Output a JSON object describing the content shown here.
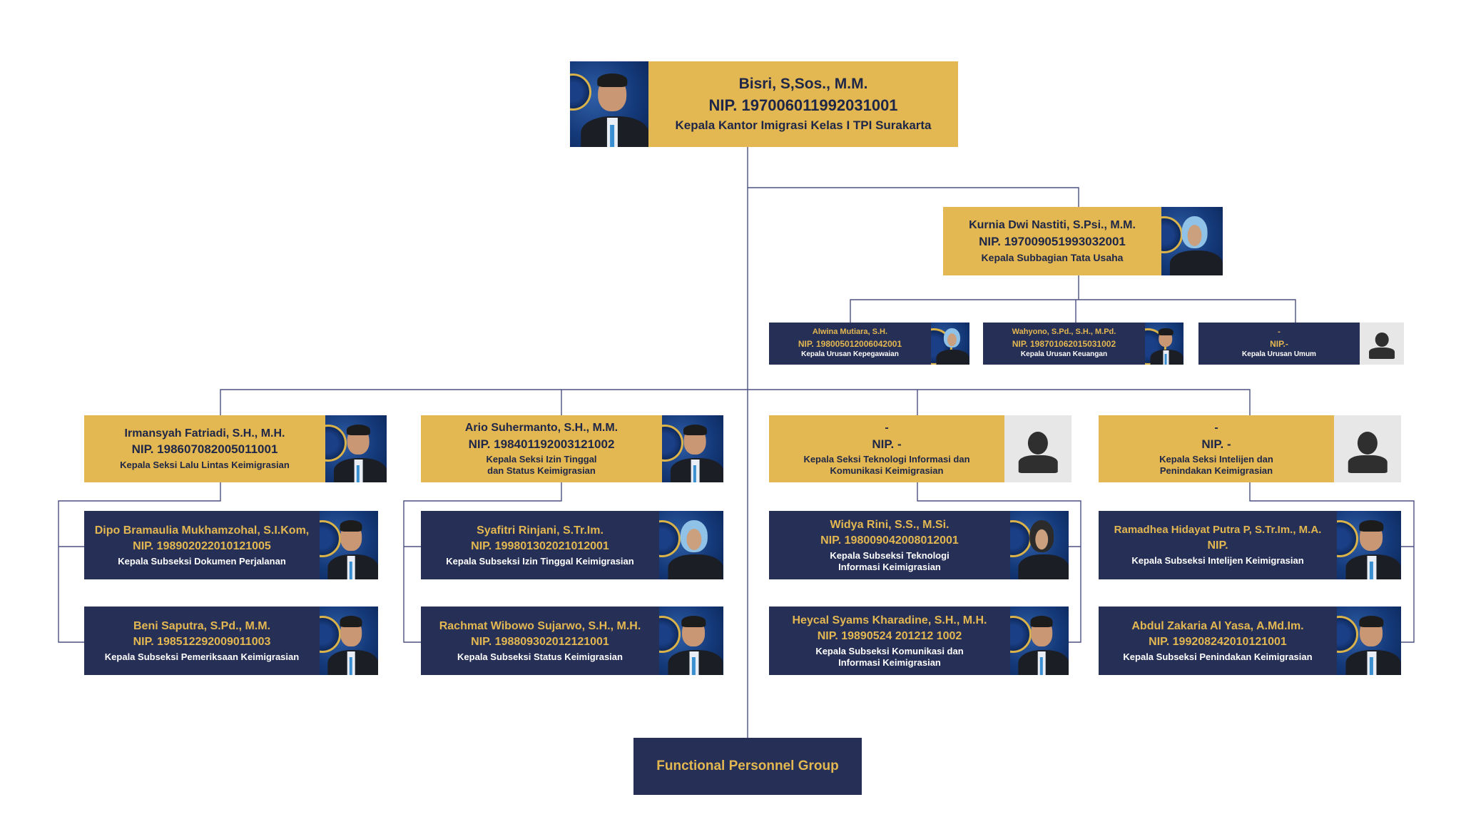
{
  "head": {
    "name": "Bisri, S,Sos., M.M.",
    "nip": "NIP. 197006011992031001",
    "position": "Kepala Kantor Imigrasi Kelas I TPI Surakarta"
  },
  "subbagian": {
    "name": "Kurnia Dwi Nastiti, S.Psi., M.M.",
    "nip": "NIP. 197009051993032001",
    "position": "Kepala Subbagian Tata Usaha"
  },
  "urusan": [
    {
      "name": "Alwina Mutiara, S.H.",
      "nip": "NIP. 198005012006042001",
      "position": "Kepala Urusan Kepegawaian"
    },
    {
      "name": "Wahyono, S.Pd., S.H., M.Pd.",
      "nip": "NIP. 198701062015031002",
      "position": "Kepala Urusan Keuangan"
    },
    {
      "name": "-",
      "nip": "NIP.-",
      "position": "Kepala Urusan Umum"
    }
  ],
  "seksi": [
    {
      "name": "Irmansyah Fatriadi, S.H., M.H.",
      "nip": "NIP. 198607082005011001",
      "position": "Kepala Seksi Lalu Lintas Keimigrasian",
      "subseksi": [
        {
          "name": "Dipo Bramaulia Mukhamzohal, S.I.Kom,",
          "nip": "NIP. 198902022010121005",
          "position": "Kepala Subseksi Dokumen Perjalanan"
        },
        {
          "name": "Beni Saputra, S.Pd., M.M.",
          "nip": "NIP. 198512292009011003",
          "position": "Kepala Subseksi Pemeriksaan Keimigrasian"
        }
      ]
    },
    {
      "name": "Ario Suhermanto, S.H., M.M.",
      "nip": "NIP. 198401192003121002",
      "position": "Kepala Seksi Izin Tinggal dan Status Keimigrasian",
      "subseksi": [
        {
          "name": "Syafitri Rinjani, S.Tr.Im.",
          "nip": "NIP. 199801302021012001",
          "position": "Kepala Subseksi Izin Tinggal Keimigrasian"
        },
        {
          "name": "Rachmat Wibowo Sujarwo, S.H., M.H.",
          "nip": "NIP. 198809302012121001",
          "position": "Kepala Subseksi Status Keimigrasian"
        }
      ]
    },
    {
      "name": "-",
      "nip": "NIP. -",
      "position": "Kepala Seksi Teknologi Informasi dan Komunikasi Keimigrasian",
      "subseksi": [
        {
          "name": "Widya Rini, S.S., M.Si.",
          "nip": "NIP. 198009042008012001",
          "position": "Kepala Subseksi Teknologi Informasi Keimigrasian"
        },
        {
          "name": "Heycal Syams Kharadine, S.H., M.H.",
          "nip": "NIP. 19890524 201212 1002",
          "position": "Kepala Subseksi Komunikasi dan Informasi Keimigrasian"
        }
      ]
    },
    {
      "name": "-",
      "nip": "NIP. -",
      "position": "Kepala Seksi Intelijen dan Penindakan Keimigrasian",
      "subseksi": [
        {
          "name": "Ramadhea Hidayat Putra P, S.Tr.Im., M.A.",
          "nip": "NIP.",
          "position": "Kepala Subseksi Intelijen Keimigrasian"
        },
        {
          "name": "Abdul Zakaria Al Yasa, A.Md.Im.",
          "nip": "NIP. 199208242010121001",
          "position": "Kepala Subseksi Penindakan Keimigrasian"
        }
      ]
    }
  ],
  "functional": {
    "label": "Functional Personnel Group"
  },
  "colors": {
    "gold": "#E3B751",
    "navy": "#262F55",
    "line": "#4a5080"
  }
}
